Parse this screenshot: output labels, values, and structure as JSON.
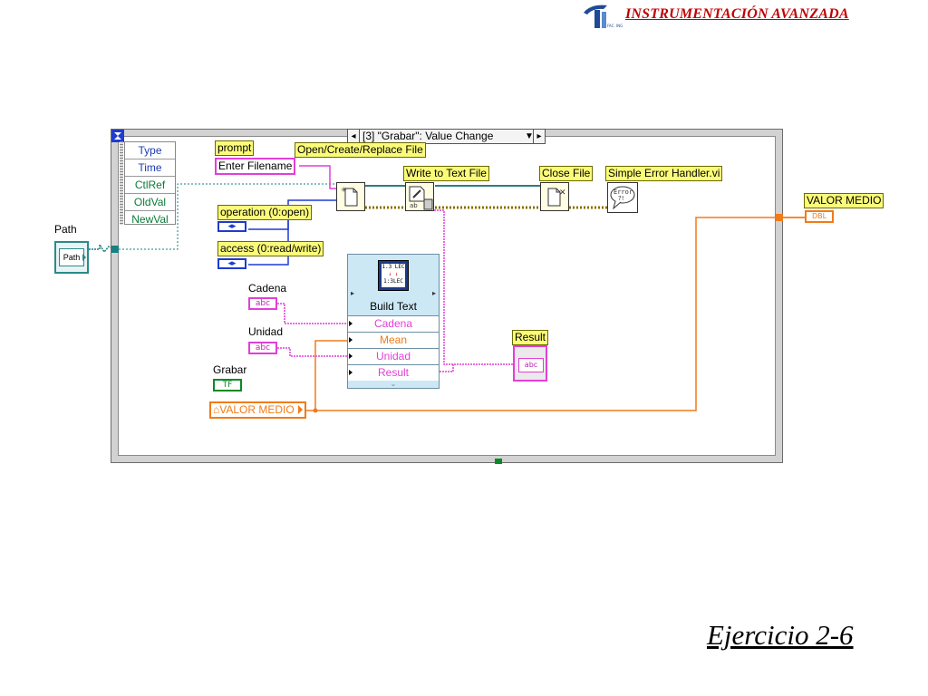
{
  "header": {
    "title": "INSTRUMENTACIÓN AVANZADA",
    "logo_icon": "faculty-logo-icon"
  },
  "footer": {
    "caption": "Ejercicio 2-6"
  },
  "event_structure": {
    "selector": "[3] \"Grabar\": Value Change",
    "selector_arrow": "▼",
    "event_data": [
      "Type",
      "Time",
      "CtlRef",
      "OldVal",
      "NewVal"
    ]
  },
  "terminals": {
    "path_label": "Path",
    "path_glyph": "Path",
    "cadena_label": "Cadena",
    "unidad_label": "Unidad",
    "grabar_label": "Grabar",
    "grabar_glyph": "TF",
    "string_glyph": "abc",
    "valor_medio_ctrl": "VALOR MEDIO",
    "valor_medio_ind_label": "VALOR MEDIO",
    "valor_medio_ind_glyph": "DBL",
    "result_label": "Result",
    "result_glyph": "abc"
  },
  "constants": {
    "prompt_label": "prompt",
    "prompt_value": "Enter Filename",
    "operation_label": "operation (0:open)",
    "access_label": "access (0:read/write)",
    "enum_glyph": "◂▸"
  },
  "functions": {
    "open_label": "Open/Create/Replace File",
    "write_label": "Write to Text File",
    "close_label": "Close File",
    "error_label": "Simple Error Handler.vi",
    "error_glyph": "Error ?!"
  },
  "build_text": {
    "title": "Build Text",
    "inputs": [
      "Cadena",
      "Mean",
      "Unidad",
      "Result"
    ]
  },
  "colors": {
    "string_wire": "#e23fd7",
    "double_wire": "#f07b1a",
    "refnum_wire": "#1a7f7f",
    "enum_wire": "#1f3bd0",
    "header_red": "#c00000"
  }
}
